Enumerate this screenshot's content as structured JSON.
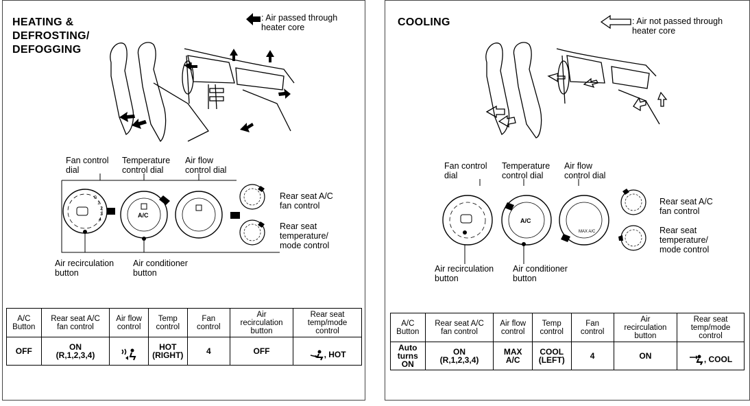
{
  "heating": {
    "title": "HEATING &\nDEFROSTING/\nDEFOGGING",
    "legend": ": Air passed through\nheater core",
    "labels": {
      "fan_control_dial": "Fan control\ndial",
      "temperature_control_dial": "Temperature\ncontrol dial",
      "air_flow_control_dial": "Air flow\ncontrol dial",
      "rear_fan_control": "Rear seat A/C\nfan control",
      "rear_temp_mode_control": "Rear seat\ntemperature/\nmode control",
      "air_recirculation_button": "Air recirculation\nbutton",
      "air_conditioner_button": "Air conditioner\nbutton"
    },
    "table": {
      "headers": [
        "A/C\nButton",
        "Rear seat A/C\nfan control",
        "Air flow\ncontrol",
        "Temp\ncontrol",
        "Fan\ncontrol",
        "Air\nrecirculation\nbutton",
        "Rear seat\ntemp/mode\ncontrol"
      ],
      "values": [
        "OFF",
        "ON\n(R,1,2,3,4)",
        "",
        "HOT\n(RIGHT)",
        "4",
        "OFF",
        ", HOT"
      ]
    }
  },
  "cooling": {
    "title": "COOLING",
    "legend": ": Air not passed through\nheater core",
    "labels": {
      "fan_control_dial": "Fan control\ndial",
      "temperature_control_dial": "Temperature\ncontrol dial",
      "air_flow_control_dial": "Air flow\ncontrol dial",
      "rear_fan_control": "Rear seat A/C\nfan control",
      "rear_temp_mode_control": "Rear seat\ntemperature/\nmode control",
      "air_recirculation_button": "Air recirculation\nbutton",
      "air_conditioner_button": "Air conditioner\nbutton"
    },
    "table": {
      "headers": [
        "A/C\nButton",
        "Rear seat A/C\nfan control",
        "Air flow\ncontrol",
        "Temp\ncontrol",
        "Fan\ncontrol",
        "Air\nrecirculation\nbutton",
        "Rear seat\ntemp/mode\ncontrol"
      ],
      "values": [
        "Auto\nturns\nON",
        "ON\n(R,1,2,3,4)",
        "MAX\nA/C",
        "COOL\n(LEFT)",
        "4",
        "ON",
        ", COOL"
      ]
    }
  },
  "dial_marks": {
    "fan_numbers": [
      "0",
      "1",
      "2",
      "3",
      "4"
    ],
    "ac_label": "A/C",
    "max_ac_label": "MAX\nA/C"
  }
}
